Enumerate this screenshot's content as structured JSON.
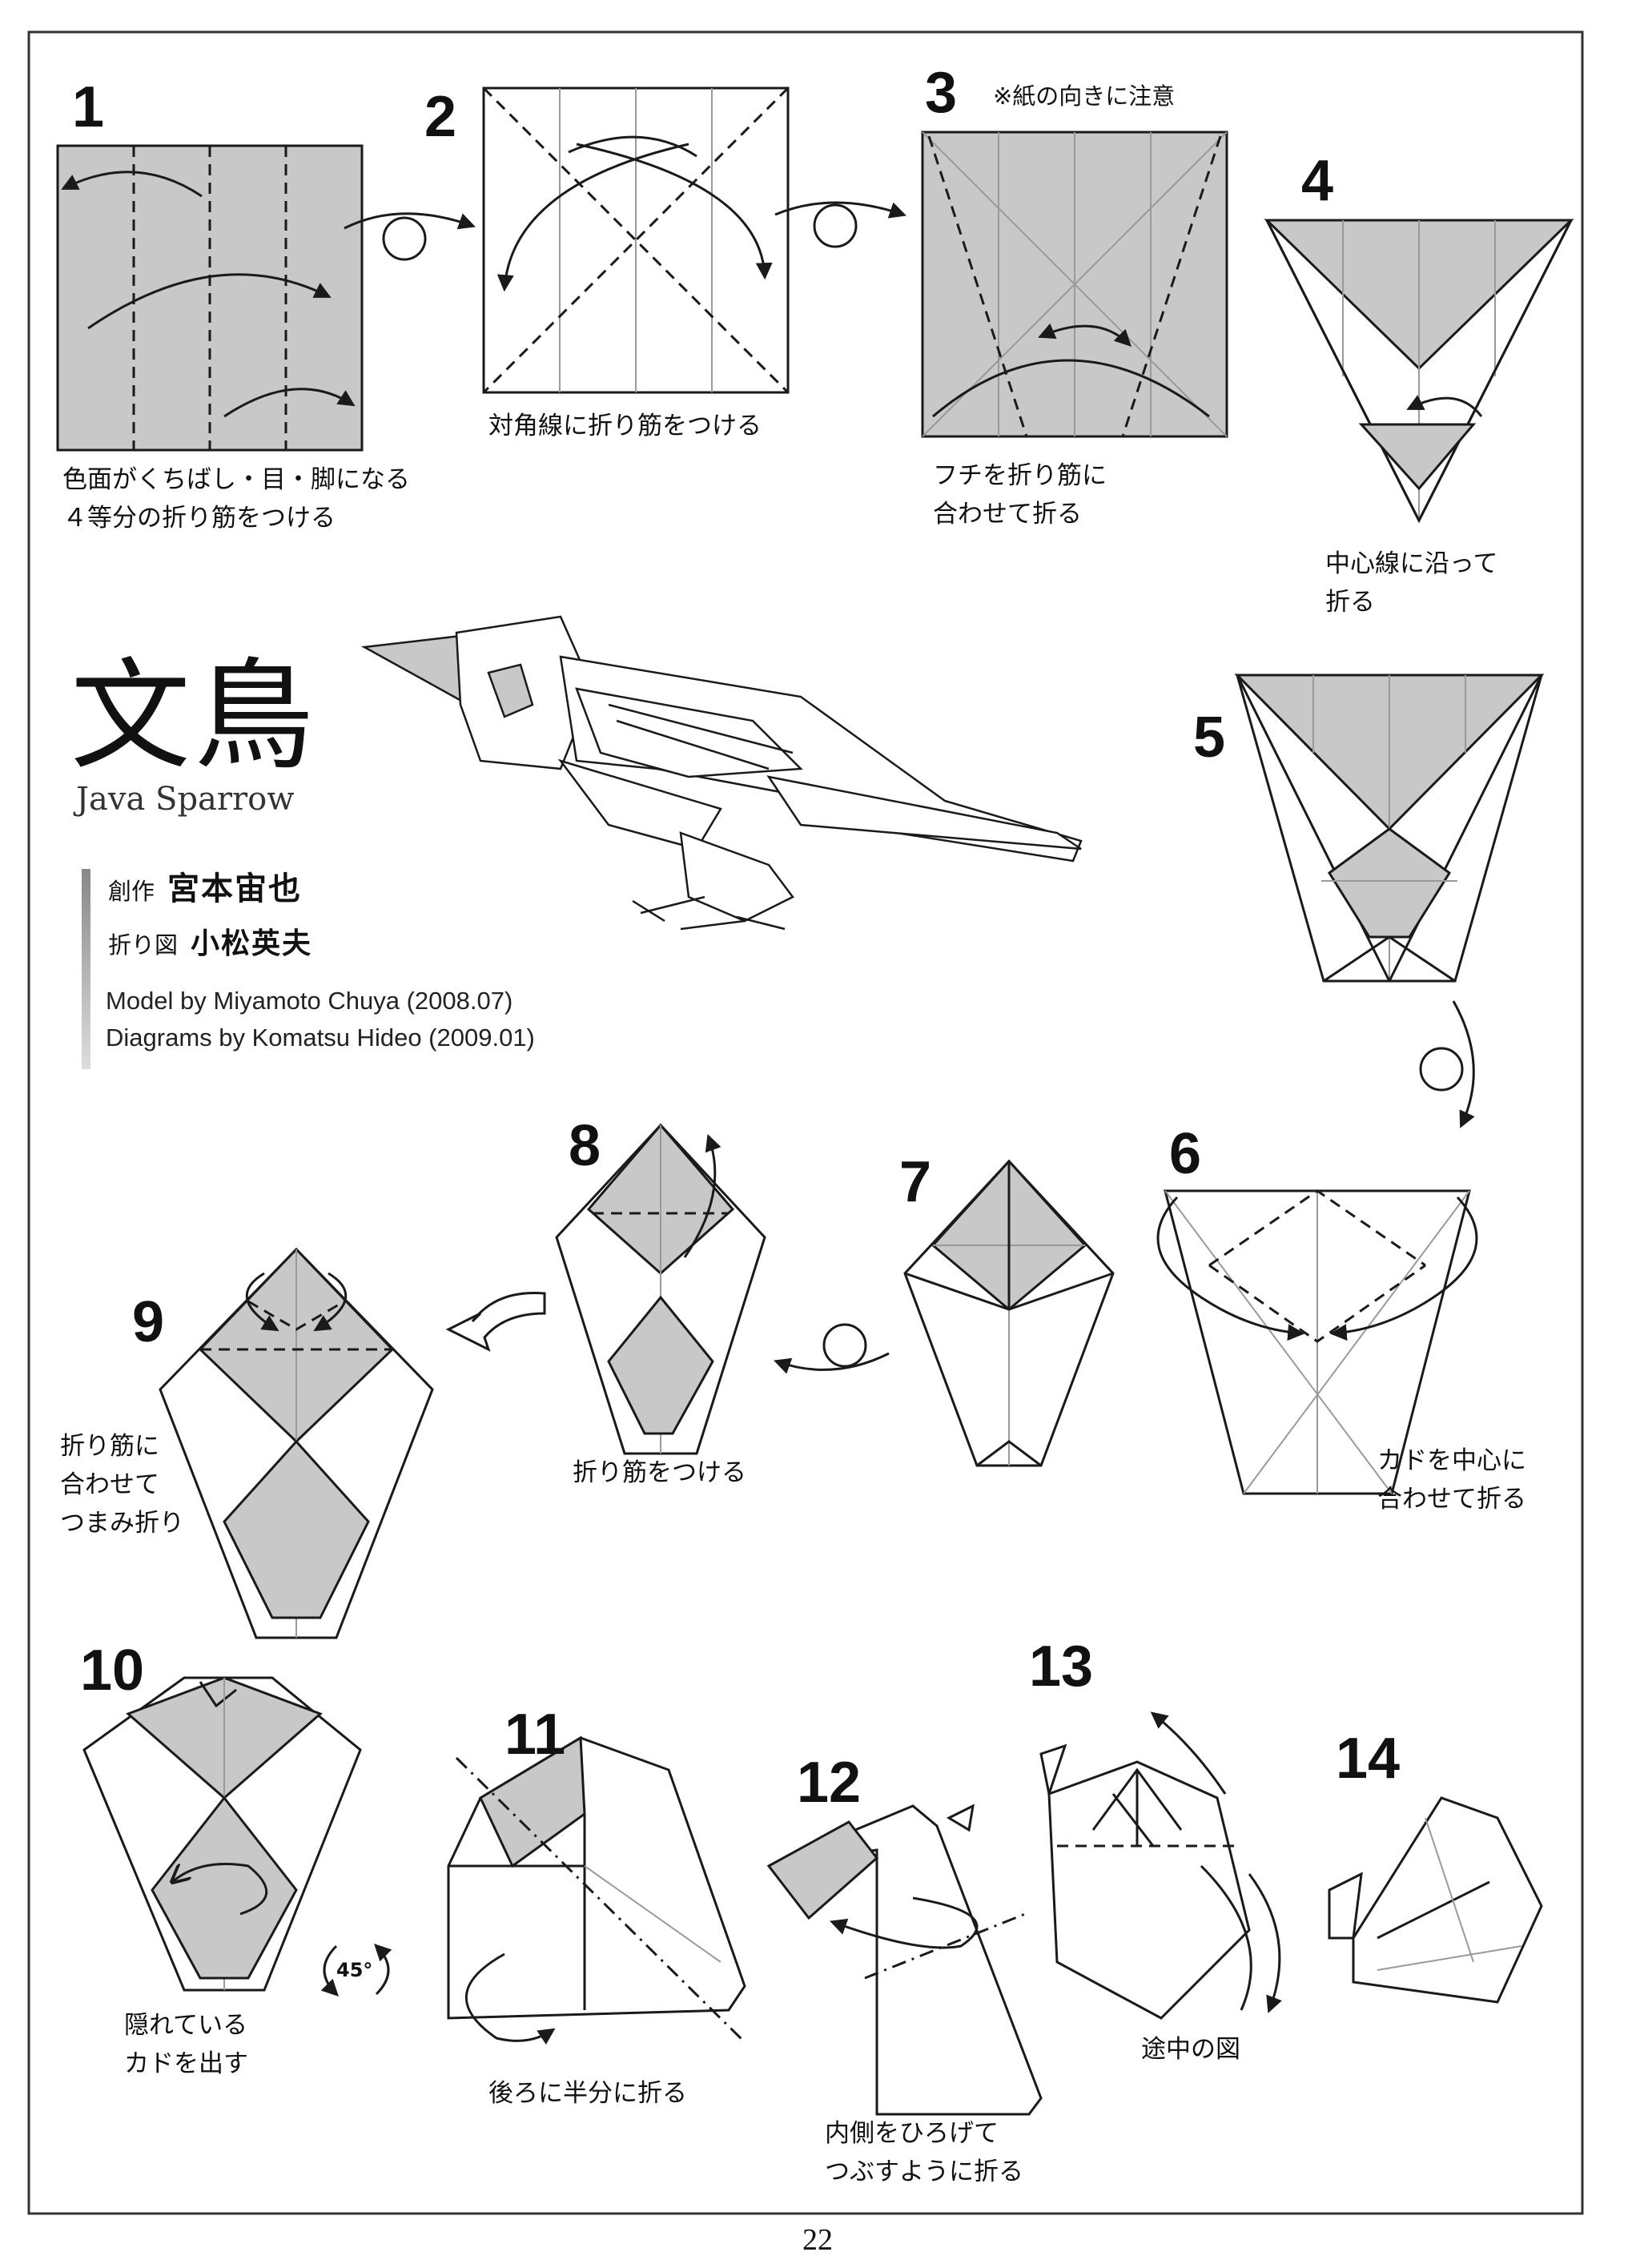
{
  "title": {
    "japanese": "文鳥",
    "english": "Java Sparrow"
  },
  "credits": {
    "creator_role": "創作",
    "creator_name": "宮本宙也",
    "diagram_role": "折り図",
    "diagram_name": "小松英夫",
    "model_by": "Model by Miyamoto Chuya (2008.07)",
    "diagrams_by": "Diagrams by Komatsu Hideo (2009.01)"
  },
  "steps": [
    {
      "number": "1",
      "caption": "色面がくちばし・目・脚になる\n４等分の折り筋をつける"
    },
    {
      "number": "2",
      "caption": "対角線に折り筋をつける"
    },
    {
      "number": "3",
      "note": "※紙の向きに注意",
      "caption": "フチを折り筋に\n合わせて折る"
    },
    {
      "number": "4",
      "caption": "中心線に沿って\n折る"
    },
    {
      "number": "5",
      "caption": ""
    },
    {
      "number": "6",
      "caption": "カドを中心に\n合わせて折る"
    },
    {
      "number": "7",
      "caption": ""
    },
    {
      "number": "8",
      "caption": "折り筋をつける"
    },
    {
      "number": "9",
      "caption": "折り筋に\n合わせて\nつまみ折り"
    },
    {
      "number": "10",
      "caption": "隠れている\nカドを出す"
    },
    {
      "number": "11",
      "caption": "後ろに半分に折る"
    },
    {
      "number": "12",
      "caption": "内側をひろげて\nつぶすように折る"
    },
    {
      "number": "13",
      "caption": "途中の図"
    },
    {
      "number": "14",
      "caption": ""
    }
  ],
  "rotate_label": "45°",
  "page_number": "22",
  "colors": {
    "shaded": "#c8c8c8",
    "line": "#1a1a1a",
    "crease": "#9a9a9a",
    "border": "#333333"
  }
}
